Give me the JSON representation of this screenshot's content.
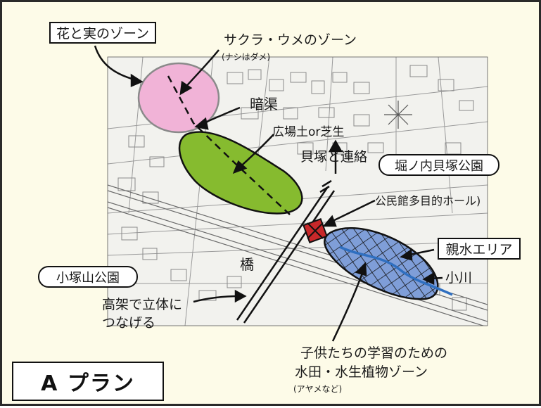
{
  "labels": {
    "flower_fruit_zone": "花と実のゾーン",
    "sakura_ume_zone": "サクラ・ウメのゾーン",
    "no_pear": "(ナシはダメ)",
    "culvert": "暗渠",
    "plaza": "広場土or芝生",
    "shell_mound_link": "貝塚と連絡",
    "horinouchi_park": "堀ノ内貝塚公園",
    "community_hall": "公民館多目的ホール)",
    "waterside_area": "親水エリア",
    "stream": "小川",
    "bridge": "橋",
    "kozukayama_park": "小塚山公園",
    "elevated_line1": "高架で立体に",
    "elevated_line2": "つなげる",
    "children_line1": "子供たちの学習のための",
    "children_line2": "水田・水生植物ゾーン",
    "iris_note": "(アヤメなど)"
  },
  "plan_title": "A プラン",
  "colors": {
    "flower_zone": "#f1b3d7",
    "plaza_zone": "#86bb2f",
    "water_zone": "#7f9ed8",
    "hall": "#c8282a",
    "stream": "#2f6fc0",
    "background": "#fdfbe8"
  }
}
